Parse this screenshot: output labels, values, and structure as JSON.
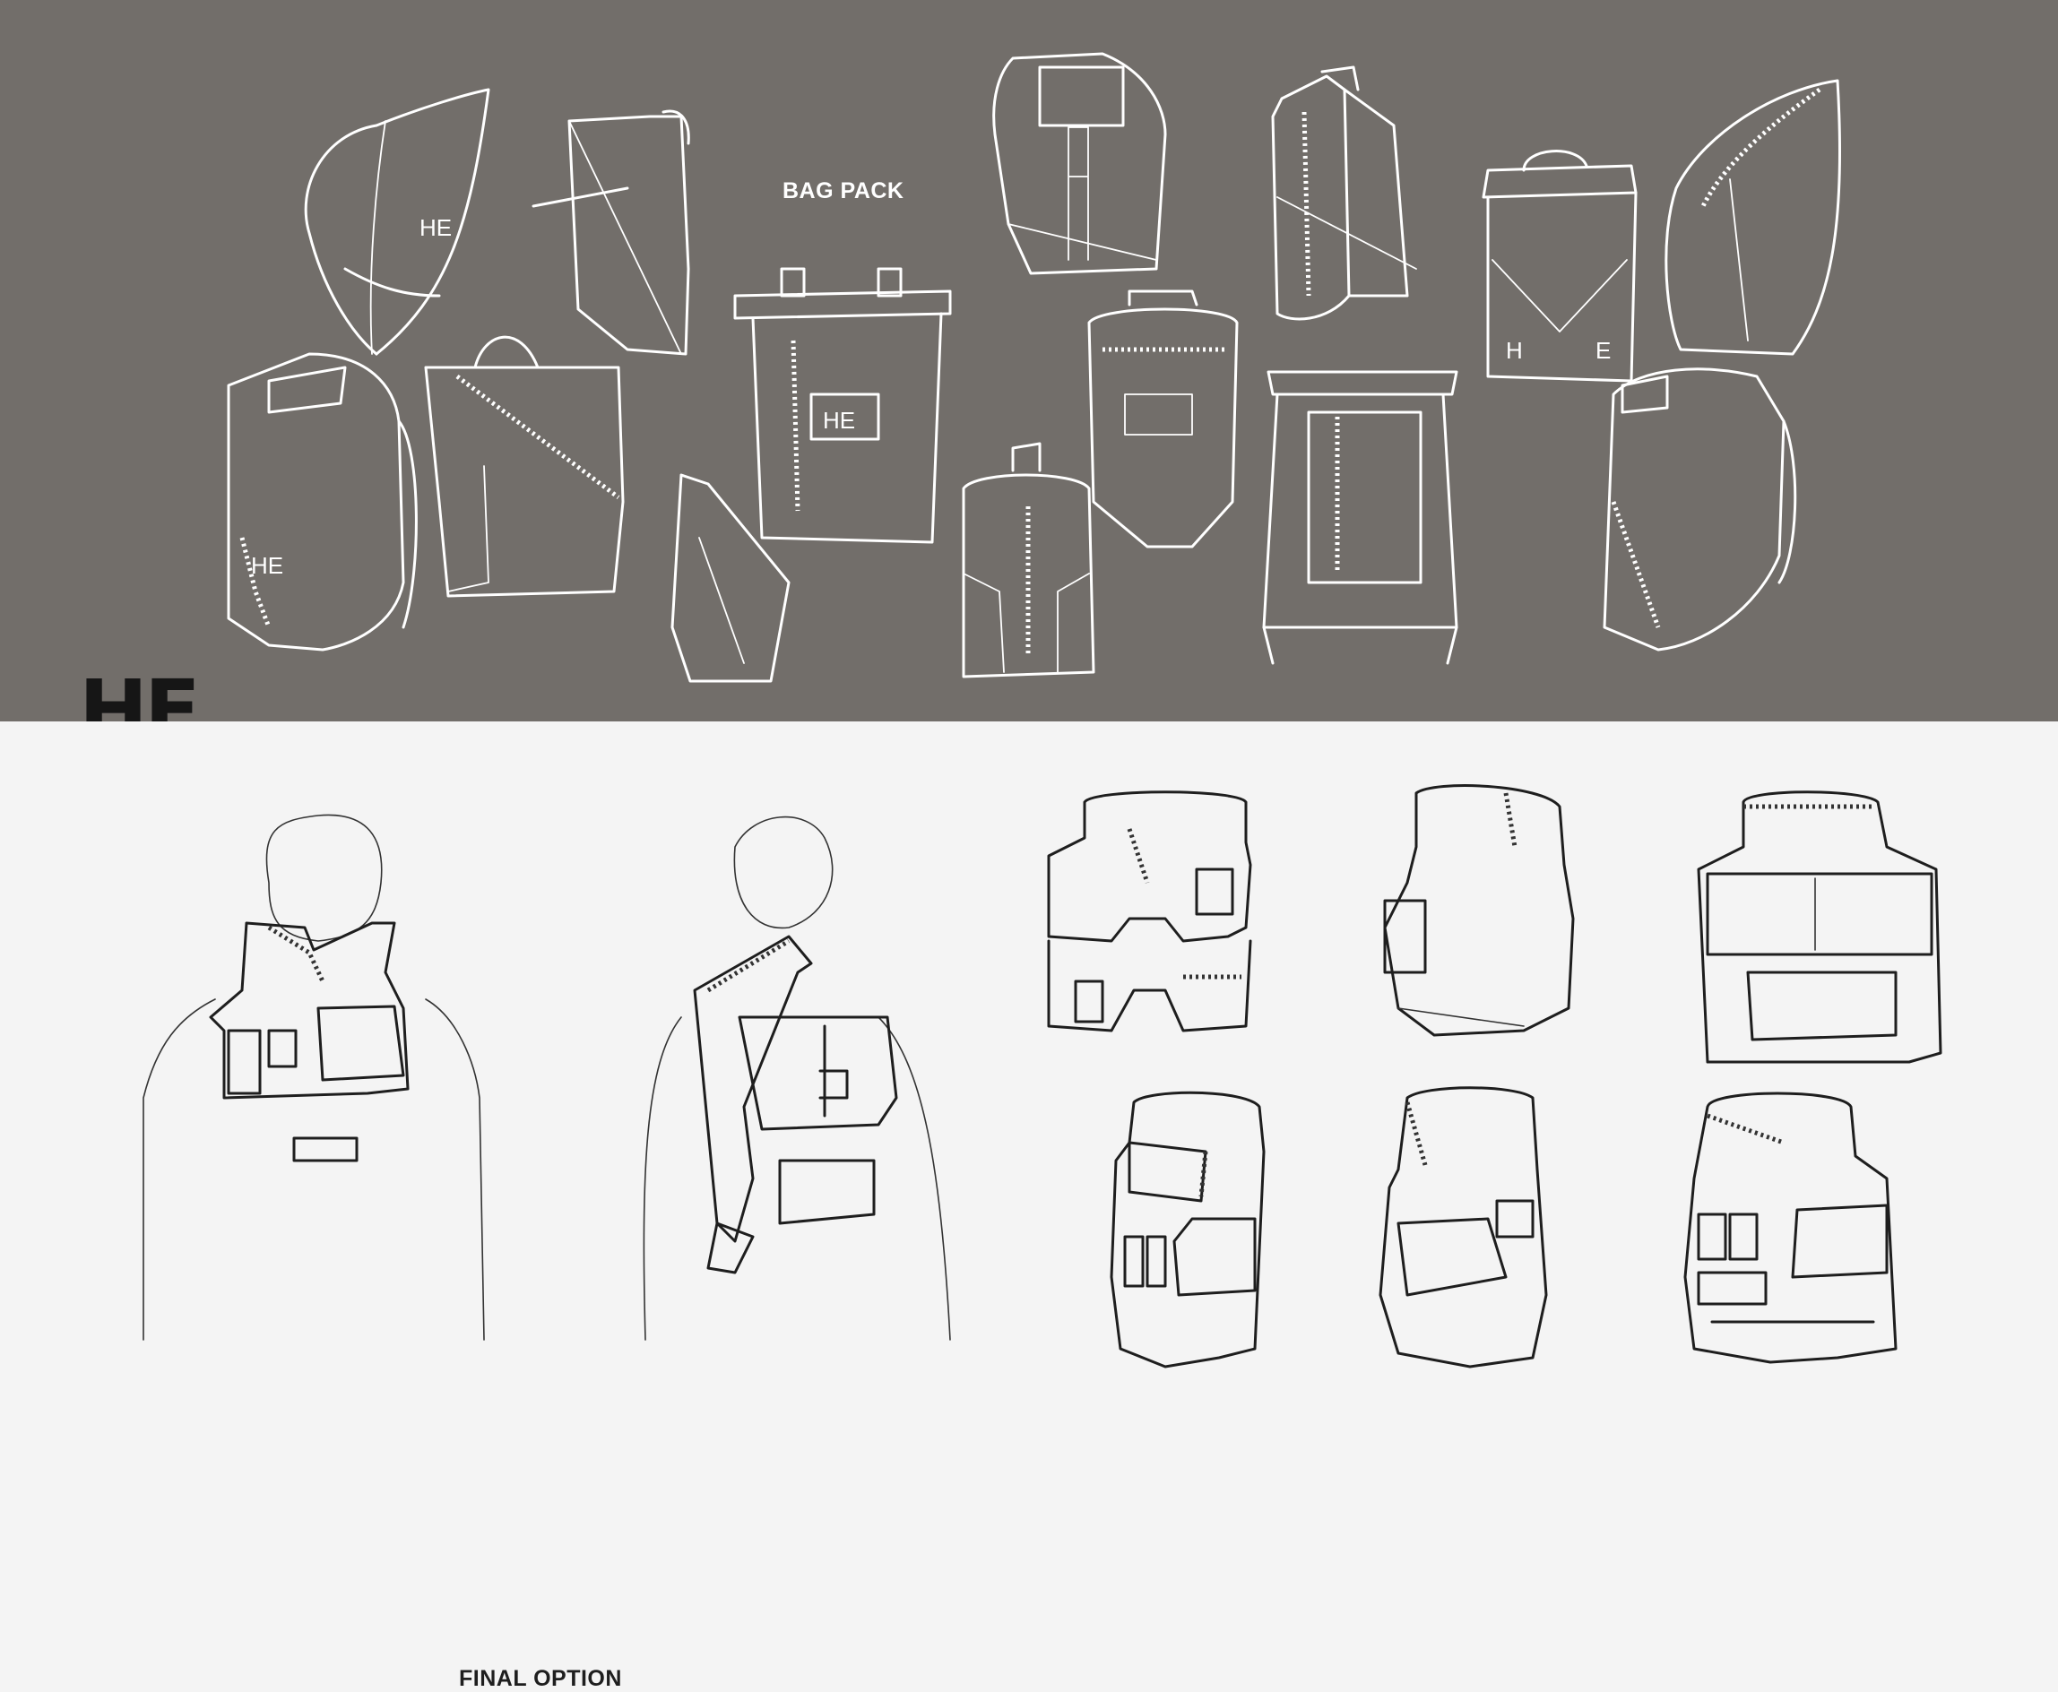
{
  "top_section": {
    "title": "BAG PACK",
    "background_color": "#726e6a",
    "sketch_color": "#ffffff",
    "sketch_labels": {
      "monogram": "HE",
      "h_letter": "H",
      "e_letter": "E"
    }
  },
  "brand": {
    "logo_text": "HE"
  },
  "bottom_section": {
    "title": "FINAL OPTION",
    "background_color": "#f4f4f4",
    "sketch_color": "#1e1e1e"
  }
}
